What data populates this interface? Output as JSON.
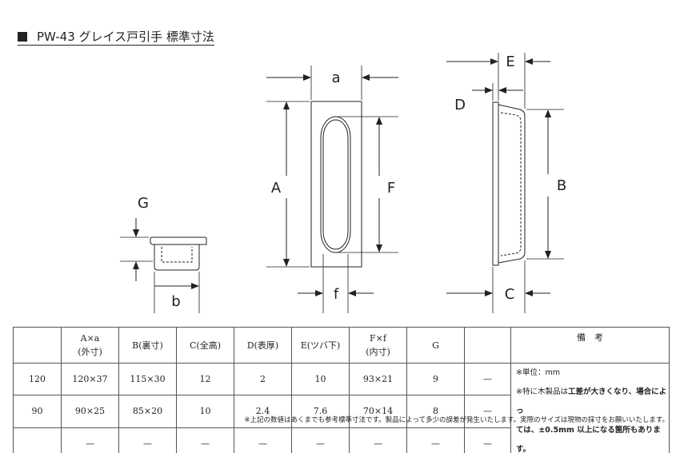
{
  "title": "PW-43 グレイス戸引手 標準寸法",
  "labels": {
    "a": "a",
    "A": "A",
    "F": "F",
    "f": "f",
    "E": "E",
    "D": "D",
    "B": "B",
    "C": "C",
    "G": "G",
    "b": "b"
  },
  "table": {
    "headers": [
      {
        "line1": "",
        "line2": ""
      },
      {
        "line1": "A×a",
        "line2": "(外寸)"
      },
      {
        "line1": "B(裏寸)",
        "line2": ""
      },
      {
        "line1": "C(全高)",
        "line2": ""
      },
      {
        "line1": "D(表厚)",
        "line2": ""
      },
      {
        "line1": "E(ツバ下)",
        "line2": ""
      },
      {
        "line1": "F×f",
        "line2": "(内寸)"
      },
      {
        "line1": "G",
        "line2": ""
      },
      {
        "line1": "",
        "line2": ""
      },
      {
        "line1": "備　考",
        "line2": ""
      }
    ],
    "rows": [
      [
        "120",
        "120×37",
        "115×30",
        "12",
        "2",
        "10",
        "93×21",
        "9",
        "—"
      ],
      [
        "90",
        "90×25",
        "85×20",
        "10",
        "2.4",
        "7.6",
        "70×14",
        "8",
        "—"
      ],
      [
        "",
        "—",
        "—",
        "—",
        "—",
        "—",
        "—",
        "—",
        "—"
      ]
    ],
    "remarks": {
      "line1": "※単位：mm",
      "line2a": "※特に木製品は",
      "line2b": "工差が大きくなり、場合によっ",
      "line3": "ては、±0.5mm 以上になる箇所もあります。"
    }
  },
  "footnote": "※上記の数値はあくまでも参考標準寸法です。製品によって多少の誤差が発生いたします。実際のサイズは現物の採寸をお願いいたします。"
}
